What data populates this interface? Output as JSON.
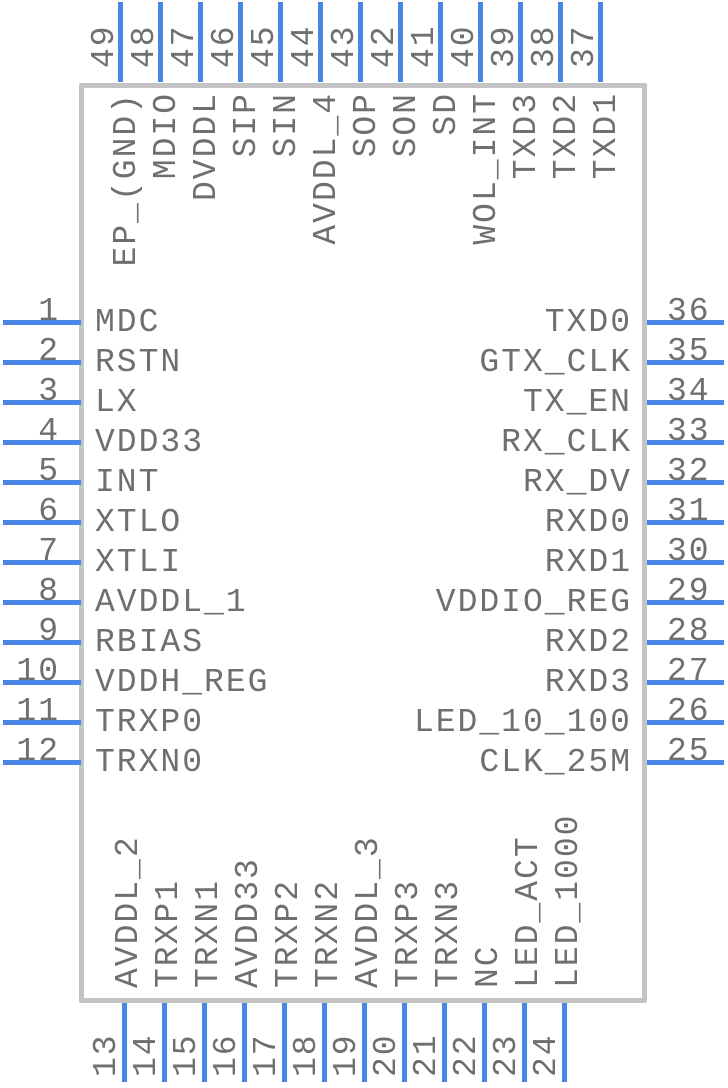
{
  "colors": {
    "pin_line": "#4a86e8",
    "text": "#6f6f6f",
    "body_border": "#c3c3c3",
    "background": "#ffffff"
  },
  "pins": {
    "top": [
      {
        "number": "49",
        "label": "EP_(GND)"
      },
      {
        "number": "48",
        "label": "MDIO"
      },
      {
        "number": "47",
        "label": "DVDDL"
      },
      {
        "number": "46",
        "label": "SIP"
      },
      {
        "number": "45",
        "label": "SIN"
      },
      {
        "number": "44",
        "label": "AVDDL_4"
      },
      {
        "number": "43",
        "label": "SOP"
      },
      {
        "number": "42",
        "label": "SON"
      },
      {
        "number": "41",
        "label": "SD"
      },
      {
        "number": "40",
        "label": "WOL_INT"
      },
      {
        "number": "39",
        "label": "TXD3"
      },
      {
        "number": "38",
        "label": "TXD2"
      },
      {
        "number": "37",
        "label": "TXD1"
      }
    ],
    "left": [
      {
        "number": "1",
        "label": "MDC"
      },
      {
        "number": "2",
        "label": "RSTN"
      },
      {
        "number": "3",
        "label": "LX"
      },
      {
        "number": "4",
        "label": "VDD33"
      },
      {
        "number": "5",
        "label": "INT"
      },
      {
        "number": "6",
        "label": "XTLO"
      },
      {
        "number": "7",
        "label": "XTLI"
      },
      {
        "number": "8",
        "label": "AVDDL_1"
      },
      {
        "number": "9",
        "label": "RBIAS"
      },
      {
        "number": "10",
        "label": "VDDH_REG"
      },
      {
        "number": "11",
        "label": "TRXP0"
      },
      {
        "number": "12",
        "label": "TRXN0"
      }
    ],
    "right": [
      {
        "number": "36",
        "label": "TXD0"
      },
      {
        "number": "35",
        "label": "GTX_CLK"
      },
      {
        "number": "34",
        "label": "TX_EN"
      },
      {
        "number": "33",
        "label": "RX_CLK"
      },
      {
        "number": "32",
        "label": "RX_DV"
      },
      {
        "number": "31",
        "label": "RXD0"
      },
      {
        "number": "30",
        "label": "RXD1"
      },
      {
        "number": "29",
        "label": "VDDIO_REG"
      },
      {
        "number": "28",
        "label": "RXD2"
      },
      {
        "number": "27",
        "label": "RXD3"
      },
      {
        "number": "26",
        "label": "LED_10_100"
      },
      {
        "number": "25",
        "label": "CLK_25M"
      }
    ],
    "bottom": [
      {
        "number": "13",
        "label": "AVDDL_2"
      },
      {
        "number": "14",
        "label": "TRXP1"
      },
      {
        "number": "15",
        "label": "TRXN1"
      },
      {
        "number": "16",
        "label": "AVDD33"
      },
      {
        "number": "17",
        "label": "TRXP2"
      },
      {
        "number": "18",
        "label": "TRXN2"
      },
      {
        "number": "19",
        "label": "AVDDL_3"
      },
      {
        "number": "20",
        "label": "TRXP3"
      },
      {
        "number": "21",
        "label": "TRXN3"
      },
      {
        "number": "22",
        "label": "NC"
      },
      {
        "number": "23",
        "label": "LED_ACT"
      },
      {
        "number": "24",
        "label": "LED_1000"
      }
    ]
  }
}
